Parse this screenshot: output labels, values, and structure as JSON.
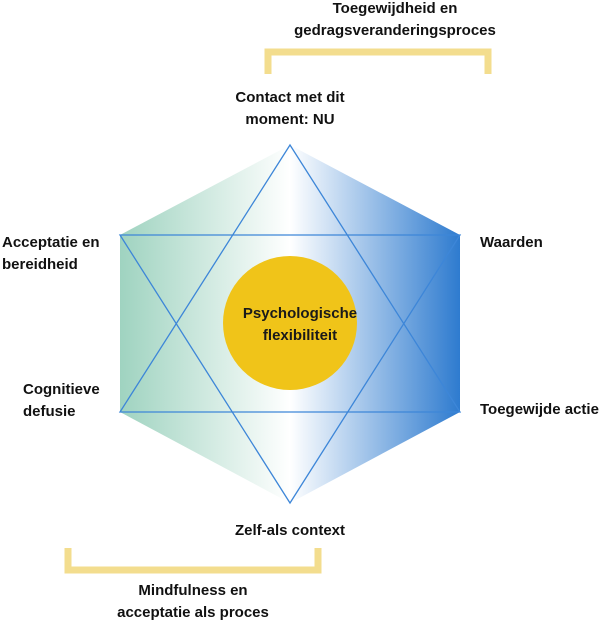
{
  "labels": {
    "top_right_line1": "Toegewijdheid en",
    "top_right_line2": "gedragsveranderingsproces",
    "top_line1": "Contact met dit",
    "top_line2": "moment: NU",
    "left_upper_line1": "Acceptatie en",
    "left_upper_line2": "bereidheid",
    "left_lower_line1": "Cognitieve",
    "left_lower_line2": "defusie",
    "right_upper": "Waarden",
    "right_lower": "Toegewijde actie",
    "bottom": "Zelf-als context",
    "bottom_left_line1": "Mindfulness en",
    "bottom_left_line2": "acceptatie als proces"
  },
  "center": {
    "line1": "Psychologische",
    "line2": "flexibiliteit"
  },
  "colors": {
    "left_gradient": "#9fd3c0",
    "right_gradient": "#2e7bcf",
    "star_lines": "#3d86d8",
    "circle": "#f0c419",
    "brackets": "#f3dd8e"
  }
}
